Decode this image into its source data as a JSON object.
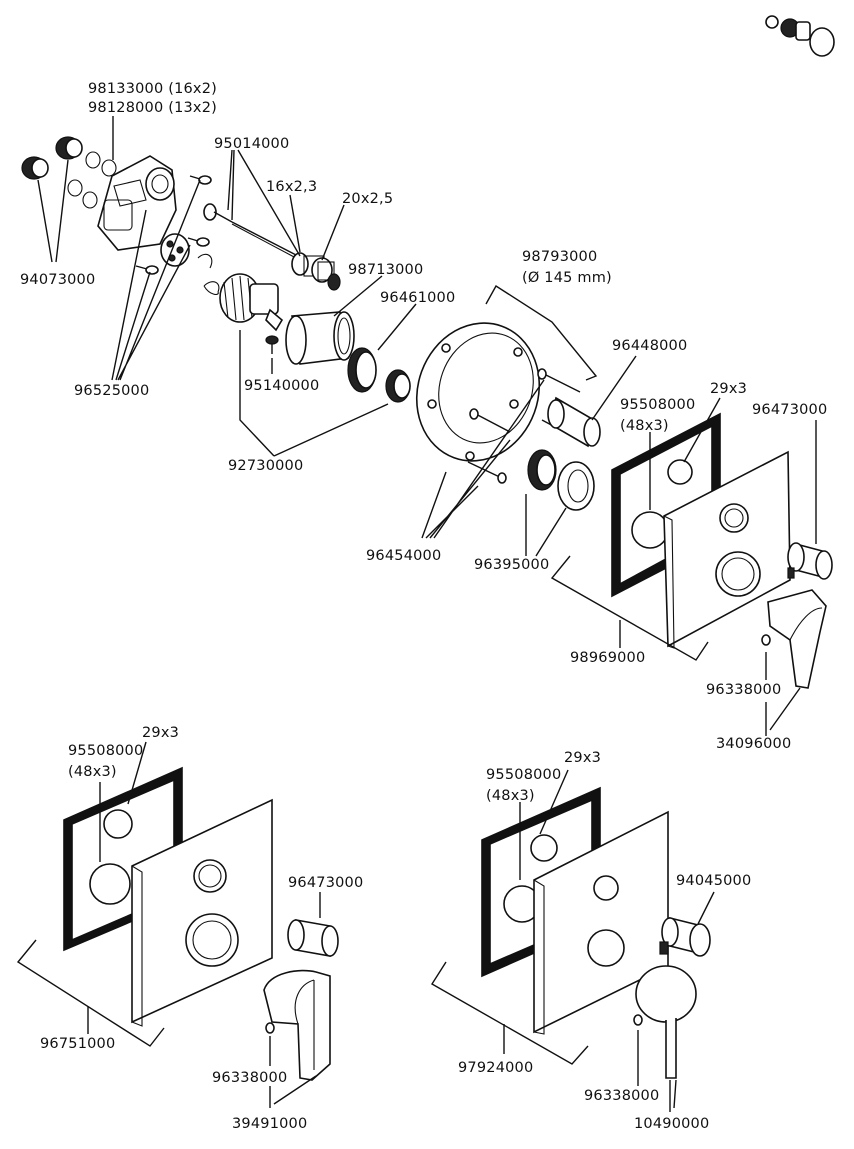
{
  "part_labels": {
    "p98133000": "98133000 (16x2)",
    "p98128000": "98128000 (13x2)",
    "p94073000": "94073000",
    "p96525000": "96525000",
    "p95014000": "95014000",
    "p16x23": "16x2,3",
    "p20x25": "20x2,5",
    "p98713000": "98713000",
    "p96461000": "96461000",
    "p95140000": "95140000",
    "p92730000": "92730000",
    "p98793000": "98793000",
    "p98793000_dim": "(Ø 145 mm)",
    "p96448000": "96448000",
    "p29x3_a": "29x3",
    "p95508000_a": "95508000",
    "p48x3_a": "(48x3)",
    "p96473000_a": "96473000",
    "p96454000": "96454000",
    "p96395000": "96395000",
    "p98969000": "98969000",
    "p96338000_a": "96338000",
    "p34096000": "34096000",
    "p29x3_b": "29x3",
    "p95508000_b": "95508000",
    "p48x3_b": "(48x3)",
    "p96473000_b": "96473000",
    "p96751000": "96751000",
    "p96338000_b": "96338000",
    "p39491000": "39491000",
    "p29x3_c": "29x3",
    "p95508000_c": "95508000",
    "p48x3_c": "(48x3)",
    "p94045000": "94045000",
    "p97924000": "97924000",
    "p96338000_c": "96338000",
    "p10490000": "10490000"
  }
}
